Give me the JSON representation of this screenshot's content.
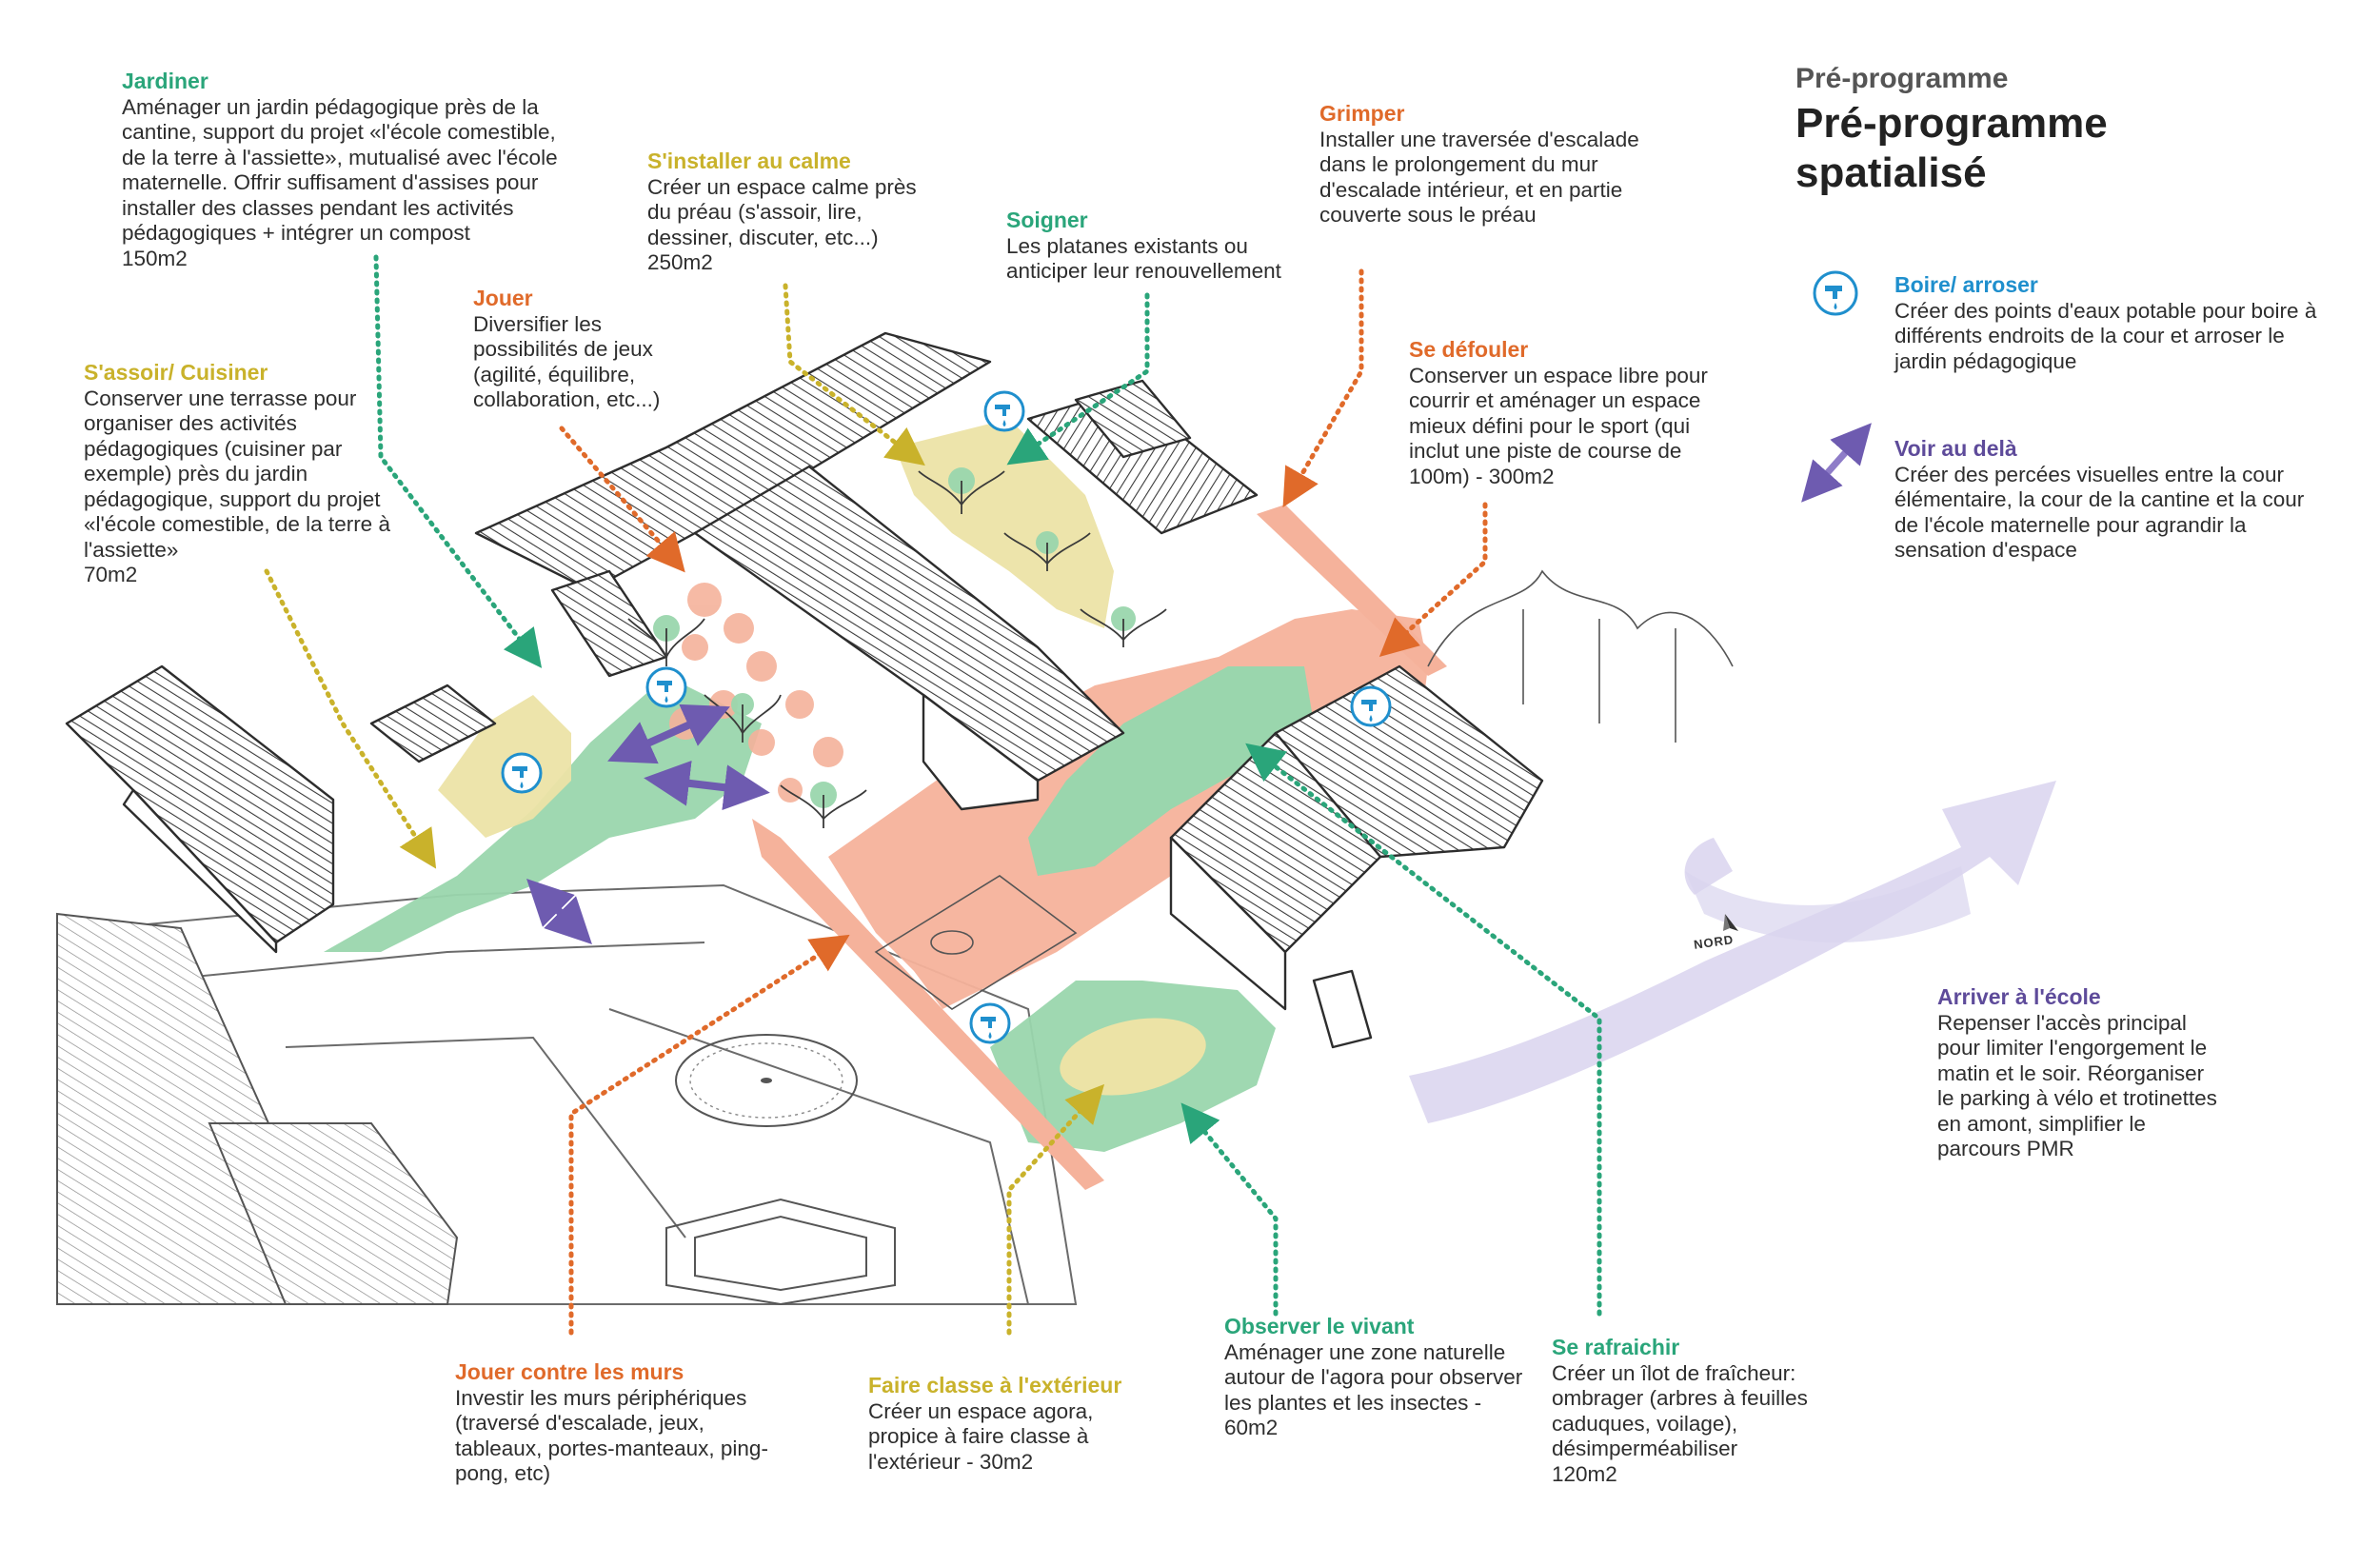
{
  "header": {
    "kicker": "Pré-programme",
    "title": "Pré-programme spatialisé"
  },
  "legend": [
    {
      "title": "Boire/ arroser",
      "body": "Créer des points d'eaux potable pour boire à différents endroits de la cour et arroser le jardin pédagogique",
      "icon": "water-tap-icon",
      "color": "#1f8fcd"
    },
    {
      "title": "Voir au delà",
      "body": "Créer des percées visuelles entre la cour élémentaire, la cour de la cantine et la cour de l'école maternelle pour agrandir la sensation d'espace",
      "icon": "double-arrow-icon",
      "color": "#6e5bb0"
    }
  ],
  "annotations": {
    "jardiner": {
      "title": "Jardiner",
      "body": "Aménager un jardin pédagogique près de la cantine, support du projet «l'école comestible, de la terre à l'assiette», mutualisé avec l'école maternelle. Offrir suffisament d'assises pour installer des classes pendant les activités pédagogiques + intégrer un compost\n150m2",
      "color": "#2aa57a"
    },
    "sassoir_cuisiner": {
      "title": "S'assoir/ Cuisiner",
      "body": "Conserver une terrasse pour organiser des activités pédagogiques (cuisiner par exemple) près du jardin pédagogique, support du projet «l'école comestible, de la terre à l'assiette»\n70m2",
      "color": "#c9b22b"
    },
    "jouer": {
      "title": "Jouer",
      "body": "Diversifier les possibilités de jeux (agilité, équilibre, collaboration, etc...)",
      "color": "#e06a2a"
    },
    "sinstaller": {
      "title": "S'installer au calme",
      "body": "Créer un espace calme près du préau (s'assoir, lire, dessiner, discuter, etc...)\n250m2",
      "color": "#c9b22b"
    },
    "soigner": {
      "title": "Soigner",
      "body": "Les platanes existants ou anticiper leur renouvellement",
      "color": "#2aa57a"
    },
    "grimper": {
      "title": "Grimper",
      "body": "Installer une traversée d'escalade dans le prolongement du mur d'escalade intérieur, et en partie couverte sous le préau",
      "color": "#e06a2a"
    },
    "se_defouler": {
      "title": "Se défouler",
      "body": "Conserver un espace libre pour courrir et aménager un espace mieux défini pour le sport (qui inclut une piste de course de 100m) - 300m2",
      "color": "#e06a2a"
    },
    "arriver": {
      "title": "Arriver à l'école",
      "body": "Repenser l'accès principal pour limiter l'engorgement le matin et le soir. Réorganiser le parking à vélo et trotinettes en amont, simplifier le parcours PMR",
      "color": "#5e4b9a"
    },
    "jouer_murs": {
      "title": "Jouer contre les murs",
      "body": "Investir les murs périphériques (traversé d'escalade, jeux, tableaux, portes-manteaux, ping-pong, etc)",
      "color": "#e06a2a"
    },
    "faire_classe": {
      "title": "Faire classe à l'extérieur",
      "body": "Créer un espace agora, propice à faire classe à l'extérieur - 30m2",
      "color": "#c9b22b"
    },
    "observer": {
      "title": "Observer le vivant",
      "body": "Aménager une zone naturelle autour de l'agora pour observer les plantes et les insectes - 60m2",
      "color": "#2aa57a"
    },
    "se_rafraichir": {
      "title": "Se rafraichir",
      "body": "Créer un îlot de fraîcheur: ombrager (arbres à feuilles caduques, voilage), désimperméabiliser\n120m2",
      "color": "#2aa57a"
    }
  },
  "compass": {
    "label": "NORD"
  },
  "colors": {
    "green_zone": "#8fd1a6",
    "salmon_zone": "#f5b29b",
    "yellow_zone": "#ece3a6",
    "purple_flow": "#cfc9e6",
    "blue_icon": "#1f8fcd",
    "purple_arrow": "#6e5bb0"
  }
}
